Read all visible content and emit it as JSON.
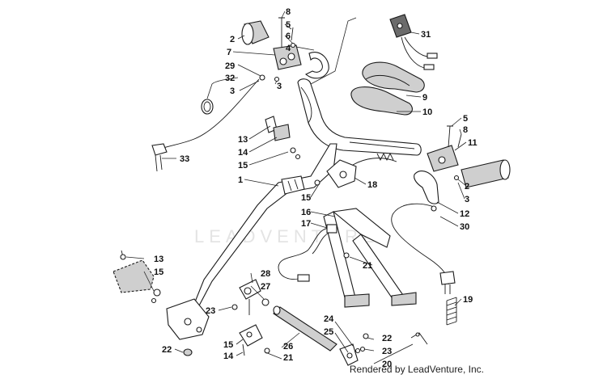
{
  "watermark": "LEADVENTURE",
  "credit": "Rendered by LeadVenture, Inc.",
  "callouts": {
    "c1": "1",
    "c2a": "2",
    "c2b": "2",
    "c3a": "3",
    "c3b": "3",
    "c3c": "3",
    "c4": "4",
    "c5a": "5",
    "c5b": "5",
    "c6": "6",
    "c7": "7",
    "c8a": "8",
    "c8b": "8",
    "c9": "9",
    "c10": "10",
    "c11": "11",
    "c12": "12",
    "c13a": "13",
    "c13b": "13",
    "c14a": "14",
    "c14b": "14",
    "c15a": "15",
    "c15b": "15",
    "c15c": "15",
    "c15d": "15",
    "c16": "16",
    "c17": "17",
    "c18": "18",
    "c19": "19",
    "c20": "20",
    "c21a": "21",
    "c21b": "21",
    "c22a": "22",
    "c22b": "22",
    "c23a": "23",
    "c23b": "23",
    "c24": "24",
    "c25": "25",
    "c26": "26",
    "c27": "27",
    "c28": "28",
    "c29": "29",
    "c30": "30",
    "c31": "31",
    "c32": "32",
    "c33": "33"
  }
}
